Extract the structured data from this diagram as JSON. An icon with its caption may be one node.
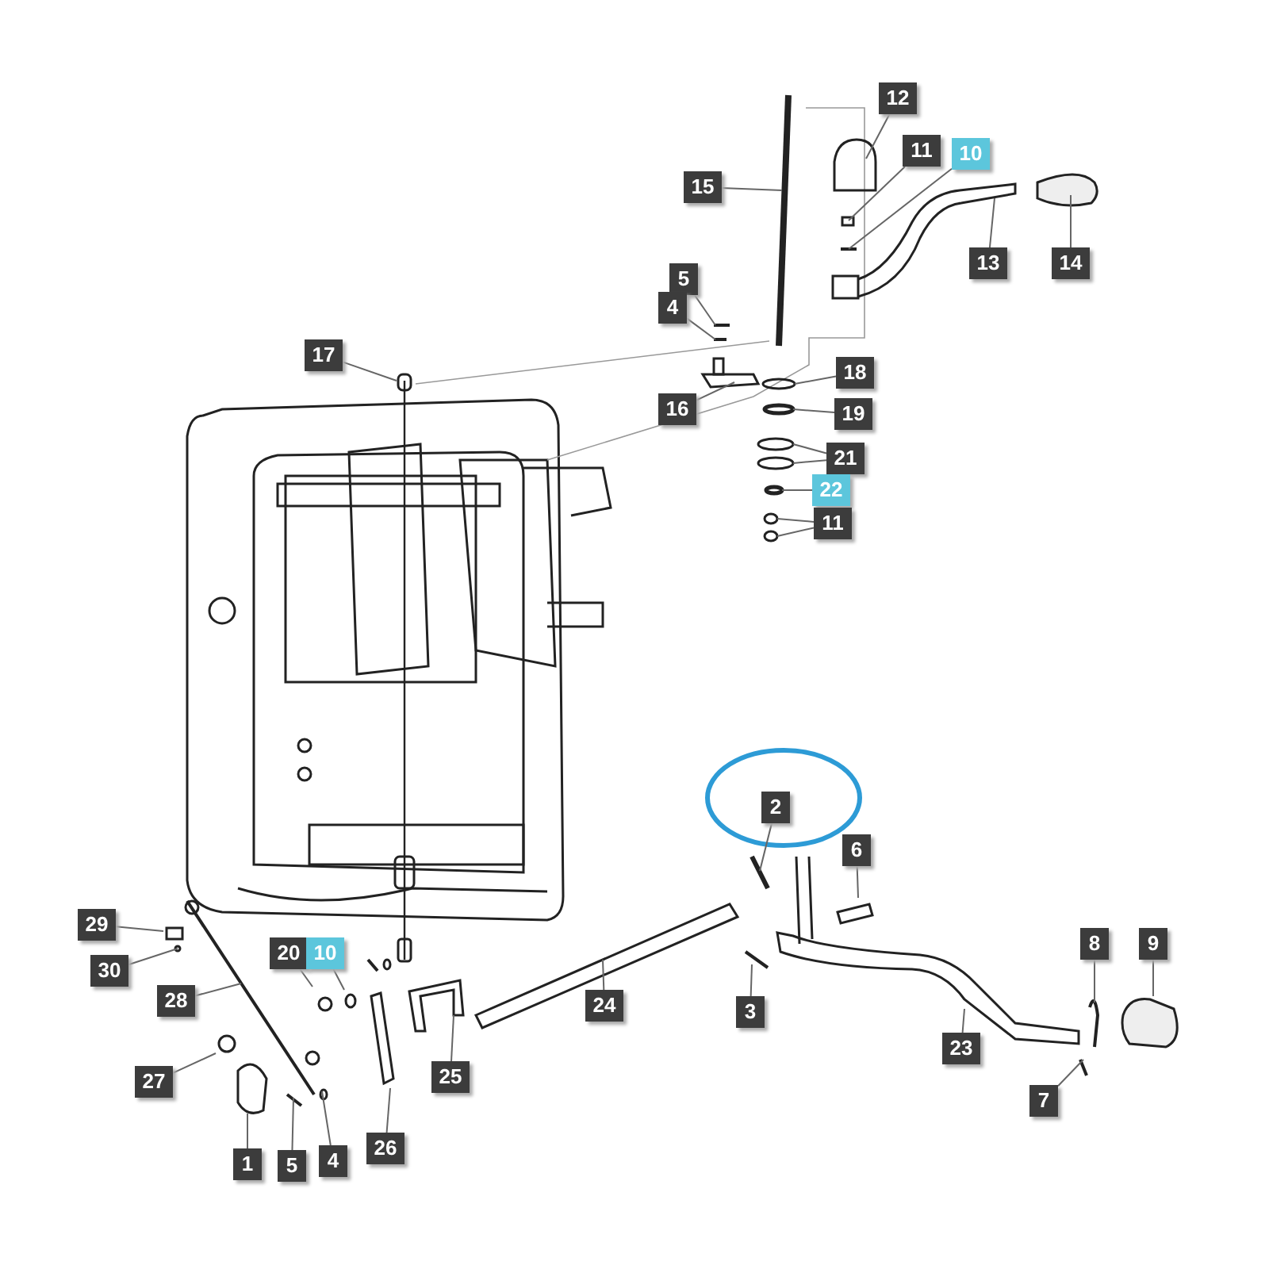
{
  "diagram": {
    "nodes": [
      {
        "text": [
          "12"
        ]
      },
      {
        "text": [
          "11"
        ]
      },
      {
        "text": [
          "10"
        ]
      },
      {
        "text": [
          "15"
        ]
      },
      {
        "text": [
          "13"
        ]
      },
      {
        "text": [
          "14"
        ]
      },
      {
        "text": [
          "5"
        ]
      },
      {
        "text": [
          "4"
        ]
      },
      {
        "text": [
          "17"
        ]
      },
      {
        "text": [
          "16"
        ]
      },
      {
        "text": [
          "18"
        ]
      },
      {
        "text": [
          "19"
        ]
      },
      {
        "text": [
          "21"
        ]
      },
      {
        "text": [
          "22"
        ]
      },
      {
        "text": [
          "11"
        ]
      },
      {
        "text": [
          "2"
        ]
      },
      {
        "text": [
          "6"
        ]
      },
      {
        "text": [
          "29"
        ]
      },
      {
        "text": [
          "20"
        ]
      },
      {
        "text": [
          "10"
        ]
      },
      {
        "text": [
          "30"
        ]
      },
      {
        "text": [
          "28"
        ]
      },
      {
        "text": [
          "24"
        ]
      },
      {
        "text": [
          "3"
        ]
      },
      {
        "text": [
          "8"
        ]
      },
      {
        "text": [
          "9"
        ]
      },
      {
        "text": [
          "27"
        ]
      },
      {
        "text": [
          "25"
        ]
      },
      {
        "text": [
          "23"
        ]
      },
      {
        "text": [
          "7"
        ]
      },
      {
        "text": [
          "26"
        ]
      },
      {
        "text": [
          "1"
        ]
      },
      {
        "text": [
          "5"
        ]
      },
      {
        "text": [
          "4"
        ]
      }
    ],
    "edges": [
      {
        "from": 0,
        "to": null,
        "arrow": "none"
      },
      {
        "from": 1,
        "to": null,
        "arrow": "none"
      },
      {
        "from": 2,
        "to": null,
        "arrow": "none"
      },
      {
        "from": 3,
        "to": null,
        "arrow": "none"
      },
      {
        "from": 4,
        "to": null,
        "arrow": "none"
      },
      {
        "from": 5,
        "to": null,
        "arrow": "none"
      },
      {
        "from": 6,
        "to": null,
        "arrow": "none"
      },
      {
        "from": 7,
        "to": null,
        "arrow": "none"
      },
      {
        "from": 8,
        "to": null,
        "arrow": "none"
      },
      {
        "from": 9,
        "to": null,
        "arrow": "none"
      },
      {
        "from": 10,
        "to": null,
        "arrow": "none"
      },
      {
        "from": 11,
        "to": null,
        "arrow": "none"
      },
      {
        "from": 12,
        "to": null,
        "arrow": "none"
      },
      {
        "from": 12,
        "to": null,
        "arrow": "none"
      },
      {
        "from": 13,
        "to": null,
        "arrow": "none"
      },
      {
        "from": 14,
        "to": null,
        "arrow": "none"
      },
      {
        "from": 14,
        "to": null,
        "arrow": "none"
      },
      {
        "from": 15,
        "to": null,
        "arrow": "none"
      },
      {
        "from": 16,
        "to": null,
        "arrow": "none"
      },
      {
        "from": 17,
        "to": null,
        "arrow": "none"
      },
      {
        "from": 18,
        "to": null,
        "arrow": "none"
      },
      {
        "from": 19,
        "to": null,
        "arrow": "none"
      },
      {
        "from": 20,
        "to": null,
        "arrow": "none"
      },
      {
        "from": 21,
        "to": null,
        "arrow": "none"
      },
      {
        "from": 22,
        "to": null,
        "arrow": "none"
      },
      {
        "from": 23,
        "to": null,
        "arrow": "none"
      },
      {
        "from": 24,
        "to": null,
        "arrow": "none"
      },
      {
        "from": 25,
        "to": null,
        "arrow": "none"
      },
      {
        "from": 26,
        "to": null,
        "arrow": "none"
      },
      {
        "from": 27,
        "to": null,
        "arrow": "none"
      },
      {
        "from": 28,
        "to": null,
        "arrow": "none"
      },
      {
        "from": 29,
        "to": null,
        "arrow": "none"
      },
      {
        "from": 30,
        "to": null,
        "arrow": "none"
      },
      {
        "from": 31,
        "to": null,
        "arrow": "none"
      },
      {
        "from": 32,
        "to": null,
        "arrow": "none"
      },
      {
        "from": 33,
        "to": null,
        "arrow": "none"
      }
    ]
  }
}
